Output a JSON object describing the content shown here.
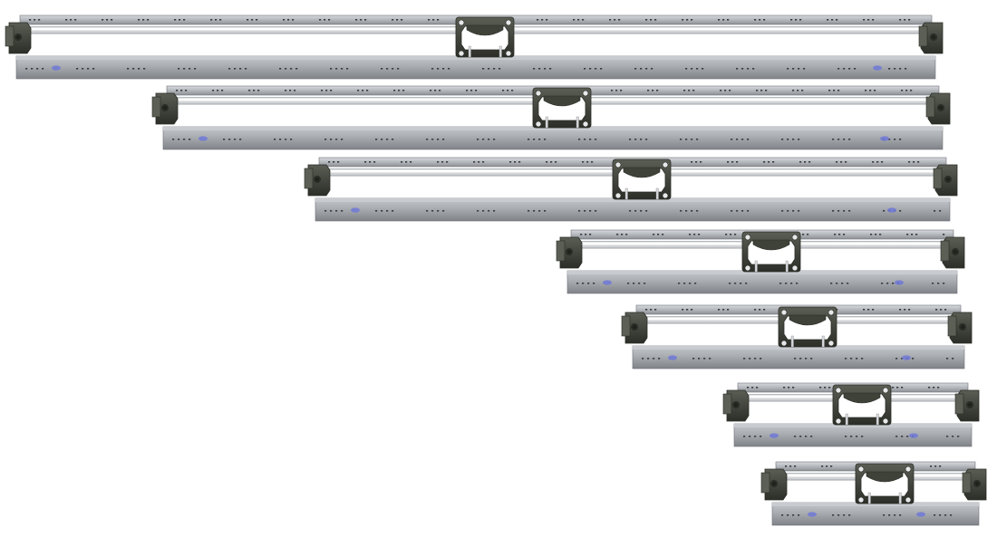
{
  "scene": {
    "subject": "linear-conveyor-frames",
    "frame_count": 7,
    "colors": {
      "rail_light": "#c9ccd0",
      "rail_mid": "#9a9ea3",
      "rail_dark": "#6e7278",
      "rail_face": "#aeb2b7",
      "rod": "#dfe2e5",
      "bracket": "#3f4239",
      "bracket_dark": "#2a2c26",
      "bracket_light": "#5b5f55",
      "hole": "#3a3c40",
      "logo": "#6f78d6",
      "background": "#ffffff"
    },
    "frames": [
      {
        "id": "frame-1"
      },
      {
        "id": "frame-2"
      },
      {
        "id": "frame-3"
      },
      {
        "id": "frame-4"
      },
      {
        "id": "frame-5"
      },
      {
        "id": "frame-6"
      },
      {
        "id": "frame-7"
      }
    ]
  }
}
